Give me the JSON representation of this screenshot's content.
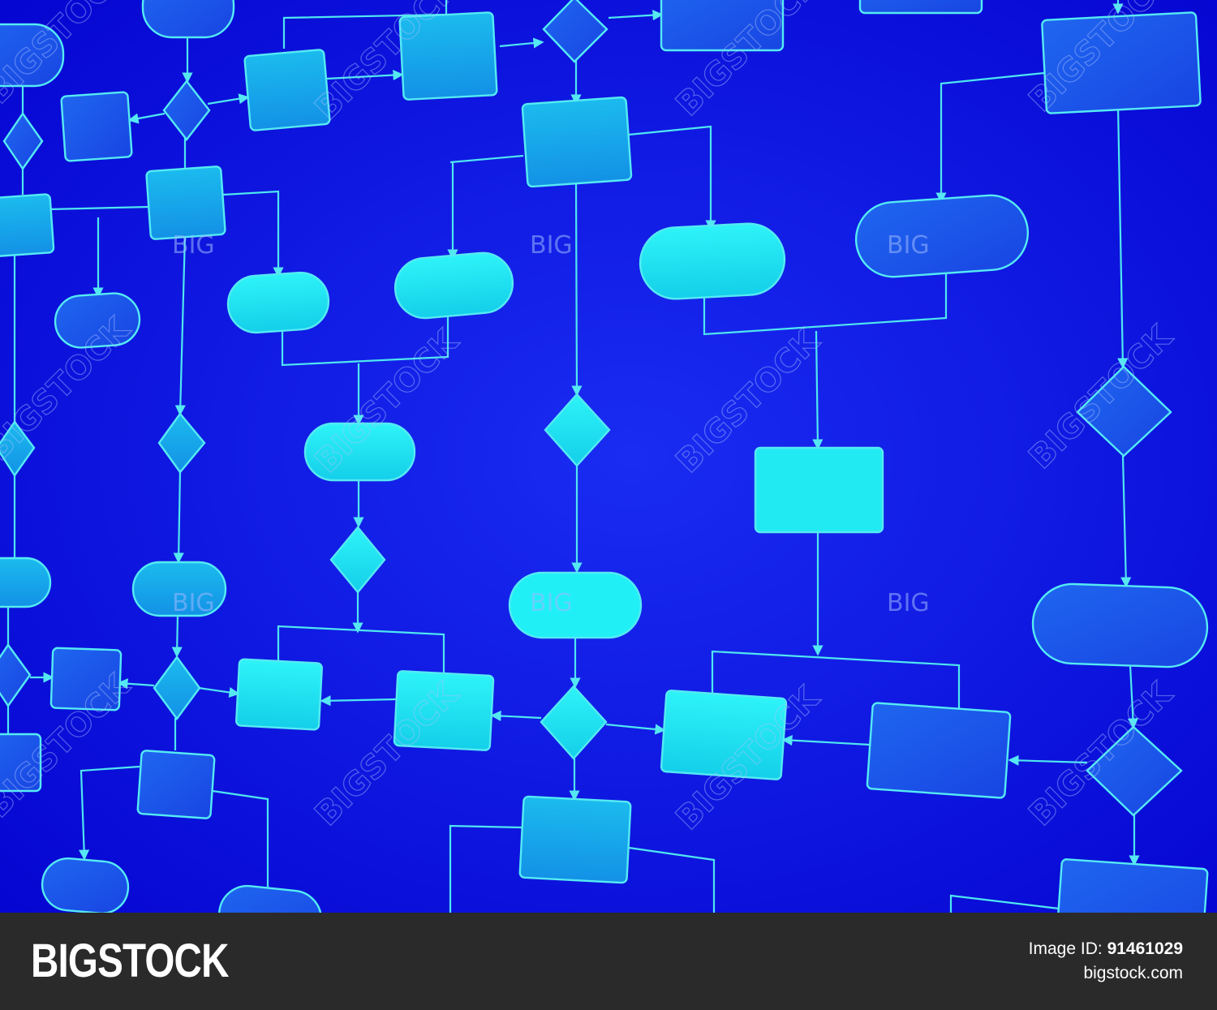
{
  "image": {
    "background_color": "#0a0ad8",
    "line_color": "#4fe6f0",
    "shape_fill_light": "#22e6f2",
    "shape_fill_dark": "#1a5ef0",
    "watermark_text_big": "BIG",
    "watermark_text_diag": "BIGSTOCK"
  },
  "footer": {
    "brand": "BIGSTOCK",
    "image_id_label": "Image ID:",
    "image_id_value": "91461029",
    "site": "bigstock.com",
    "background_color": "#2a2a2a"
  }
}
